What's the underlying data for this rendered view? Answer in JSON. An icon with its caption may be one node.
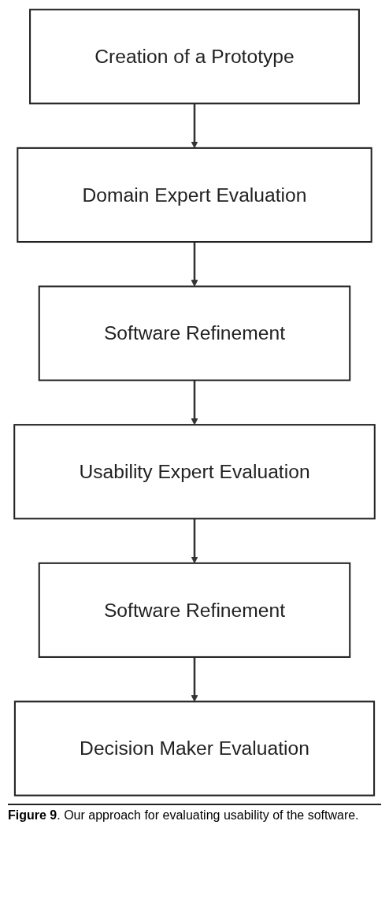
{
  "diagram": {
    "caption": "**Figure 9**. Our approach for evaluating usability of the software.",
    "nodes": [
      {
        "text": [
          "Creation of a Prototype"
        ]
      },
      {
        "text": [
          "Domain Expert Evaluation"
        ]
      },
      {
        "text": [
          "Software Refinement"
        ]
      },
      {
        "text": [
          "Usability Expert Evaluation"
        ]
      },
      {
        "text": [
          "Software Refinement"
        ]
      },
      {
        "text": [
          "Decision Maker Evaluation"
        ]
      }
    ],
    "edges": [
      {
        "from": 0,
        "to": 1,
        "arrow": "to"
      },
      {
        "from": 1,
        "to": 2,
        "arrow": "to"
      },
      {
        "from": 2,
        "to": 3,
        "arrow": "to"
      },
      {
        "from": 3,
        "to": 4,
        "arrow": "to"
      },
      {
        "from": 4,
        "to": 5,
        "arrow": "to"
      }
    ]
  }
}
